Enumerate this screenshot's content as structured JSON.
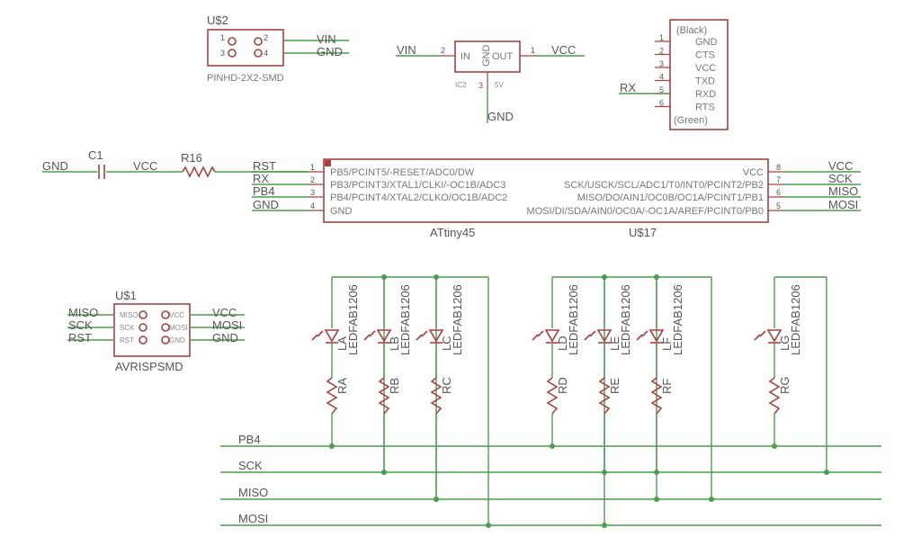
{
  "u2": {
    "name": "U$2",
    "package": "PINHD-2X2-SMD",
    "pin1": "1",
    "pin2": "2",
    "pin3": "3",
    "pin4": "4",
    "net_vin": "VIN",
    "net_gnd": "GND"
  },
  "ic2": {
    "name": "IC2",
    "value": "5V",
    "in_label": "IN",
    "out_label": "OUT",
    "gnd_label": "GND",
    "pin_in": "2",
    "pin_out": "1",
    "pin_gnd": "3",
    "net_vin": "VIN",
    "net_vcc": "VCC",
    "net_gnd": "GND"
  },
  "ftdi": {
    "top_label": "(Black)",
    "bottom_label": "(Green)",
    "pins": [
      "GND",
      "CTS",
      "VCC",
      "TXD",
      "RXD",
      "RTS"
    ],
    "pin_numbers": [
      "1",
      "2",
      "3",
      "4",
      "5",
      "6"
    ],
    "net_rx": "RX"
  },
  "c1": {
    "name": "C1",
    "net_gnd": "GND",
    "net_vcc": "VCC"
  },
  "r16": {
    "name": "R16"
  },
  "attiny": {
    "name": "ATtiny45",
    "ref": "U$17",
    "left_pins": [
      "PB5/PCINT5/-RESET/ADC0/DW",
      "PB3/PCINT3/XTAL1/CLKI/-OC1B/ADC3",
      "PB4/PCINT4/XTAL2/CLKO/OC1B/ADC2",
      "GND"
    ],
    "left_nums": [
      "1",
      "2",
      "3",
      "4"
    ],
    "left_nets": [
      "RST",
      "RX",
      "PB4",
      "GND"
    ],
    "right_pins": [
      "VCC",
      "SCK/USCK/SCL/ADC1/T0/INT0/PCINT2/PB2",
      "MISO/DO/AIN1/OC0B/OC1A/PCINT1/PB1",
      "MOSI/DI/SDA/AIN0/OC0A/-OC1A/AREF/PCINT0/PB0"
    ],
    "right_nums": [
      "8",
      "7",
      "6",
      "5"
    ],
    "right_nets": [
      "VCC",
      "SCK",
      "MISO",
      "MOSI"
    ]
  },
  "u1": {
    "name": "U$1",
    "package": "AVRISPSMD",
    "inner_left": [
      "MISO",
      "SCK",
      "RST"
    ],
    "inner_right": [
      "VCC",
      "MOSI",
      "GND"
    ],
    "nets_left": [
      "MISO",
      "SCK",
      "RST"
    ],
    "nets_right": [
      "VCC",
      "MOSI",
      "GND"
    ]
  },
  "leds": {
    "package": "LEDFAB1206",
    "items": [
      {
        "led": "LA",
        "res": "RA"
      },
      {
        "led": "LB",
        "res": "RB"
      },
      {
        "led": "LC",
        "res": "RC"
      },
      {
        "led": "LD",
        "res": "RD"
      },
      {
        "led": "LE",
        "res": "RE"
      },
      {
        "led": "LF",
        "res": "RF"
      },
      {
        "led": "LG",
        "res": "RG"
      }
    ]
  },
  "buses": [
    "PB4",
    "SCK",
    "MISO",
    "MOSI"
  ]
}
